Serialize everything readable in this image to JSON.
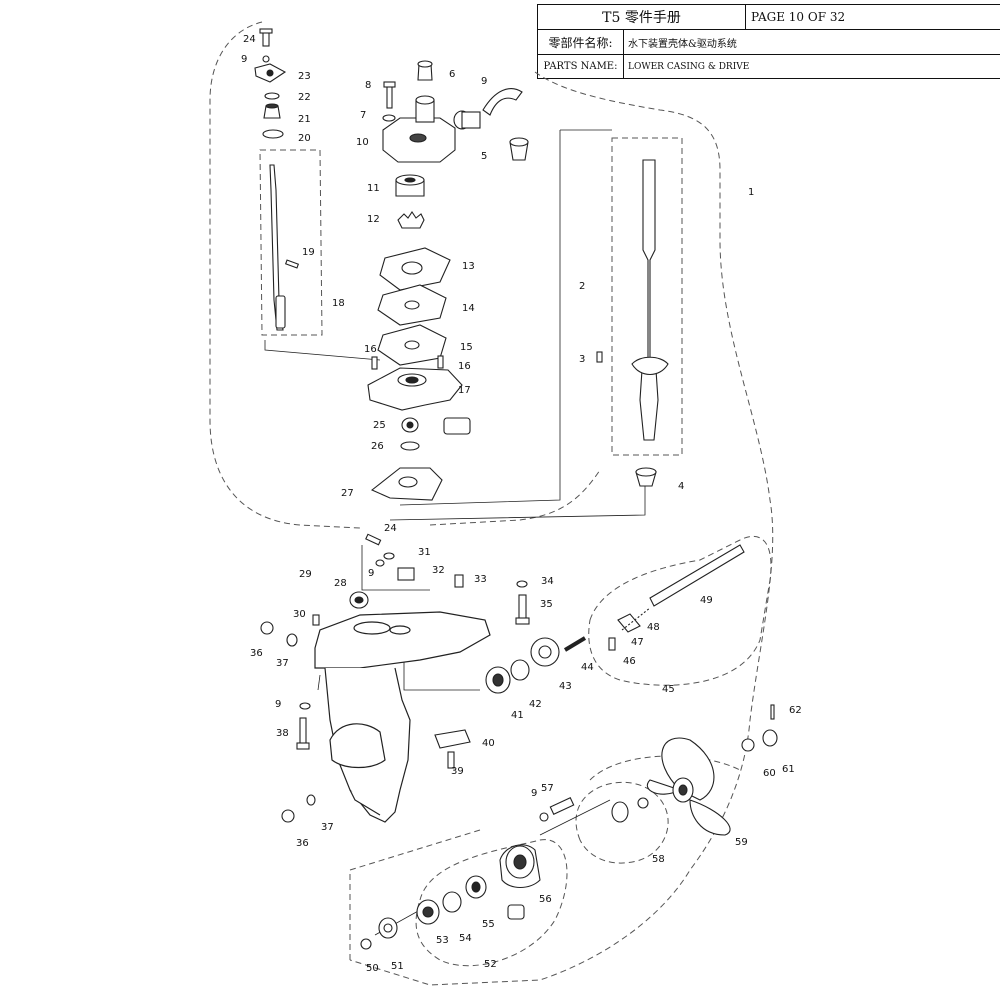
{
  "header": {
    "title": "T5 零件手册",
    "page": "PAGE 10 OF 32",
    "cn_label": "零部件名称:",
    "cn_value": "水下装置壳体&驱动系统",
    "en_label": "PARTS NAME:",
    "en_value": "LOWER CASING & DRIVE"
  },
  "callouts": [
    "24",
    "9",
    "23",
    "22",
    "21",
    "20",
    "19",
    "18",
    "8",
    "7",
    "6",
    "9",
    "10",
    "5",
    "11",
    "12",
    "13",
    "14",
    "15",
    "16",
    "16",
    "17",
    "25",
    "26",
    "27",
    "1",
    "2",
    "3",
    "4",
    "24",
    "31",
    "29",
    "28",
    "9",
    "32",
    "33",
    "34",
    "35",
    "30",
    "36",
    "37",
    "49",
    "48",
    "47",
    "46",
    "44",
    "43",
    "42",
    "41",
    "45",
    "9",
    "38",
    "40",
    "39",
    "37",
    "36",
    "62",
    "61",
    "60",
    "57",
    "9",
    "59",
    "58",
    "56",
    "53",
    "54",
    "55",
    "50",
    "51",
    "52"
  ]
}
